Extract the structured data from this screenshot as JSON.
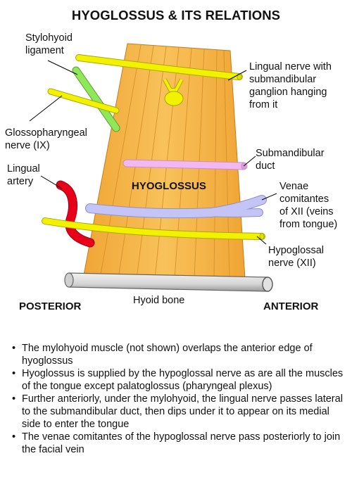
{
  "title": "HYOGLOSSUS & ITS RELATIONS",
  "labels": {
    "stylohyoid_ligament": "Stylohyoid\nligament",
    "glossopharyngeal_nerve": "Glossopharyngeal\nnerve (IX)",
    "lingual_artery": "Lingual\nartery",
    "lingual_nerve": "Lingual nerve with\nsubmandibular\nganglion hanging\nfrom it",
    "submandibular_duct": "Submandibular\nduct",
    "venae_comitantes": "Venae\ncomitantes\nof XII (veins\nfrom tongue)",
    "hypoglossal_nerve": "Hypoglossal\nnerve (XII)",
    "hyoglossus": "HYOGLOSSUS",
    "hyoid_bone": "Hyoid bone",
    "posterior": "POSTERIOR",
    "anterior": "ANTERIOR"
  },
  "notes": [
    "The mylohyoid muscle (not shown) overlaps the anterior edge of hyoglossus",
    "Hyoglossus is supplied by the hypoglossal nerve as are all the muscles of the tongue except palatoglossus (pharyngeal plexus)",
    "Further anteriorly, under the mylohyoid, the lingual nerve passes lateral to the submandibular duct, then dips under it to appear on its medial side to enter the tongue",
    "The venae comitantes of the hypoglossal nerve pass posteriorly to join the facial vein"
  ],
  "colors": {
    "muscle": "#f5b441",
    "nerve": "#f2f200",
    "ligament": "#8fe85a",
    "artery": "#e8001a",
    "duct": "#f2b8f2",
    "veins": "#c4c4f7",
    "bone": "#d9d9d9"
  }
}
